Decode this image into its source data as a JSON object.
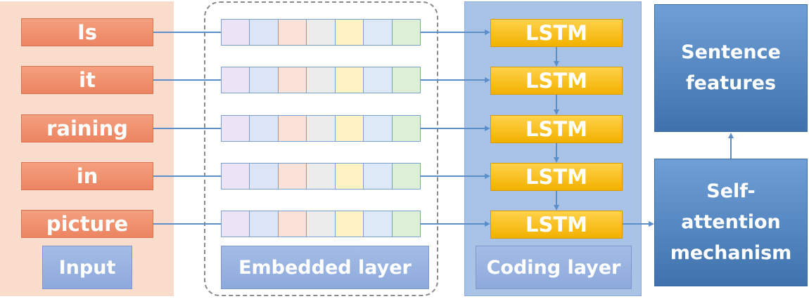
{
  "input": {
    "words": [
      "Is",
      "it",
      "raining",
      "in",
      "picture"
    ],
    "label": "Input"
  },
  "embedded": {
    "label": "Embedded layer",
    "cell_colors": [
      "#ece4f6",
      "#dbe5f5",
      "#fbe2d8",
      "#ececec",
      "#fff3c4",
      "#dde9f6",
      "#ddefd6"
    ]
  },
  "coding": {
    "label": "Coding layer",
    "cells": [
      "LSTM",
      "LSTM",
      "LSTM",
      "LSTM",
      "LSTM"
    ]
  },
  "sentence_features": {
    "line1": "Sentence",
    "line2": "features"
  },
  "self_attention": {
    "line1": "Self-",
    "line2": "attention",
    "line3": "mechanism"
  },
  "colors": {
    "arrow": "#5b8fc9",
    "input_bg": "#f9dccb",
    "word_box": "#ec8461",
    "lstm_box": "#f2b100",
    "coding_bg": "#a9c3e6",
    "feature_box": "#3f72ad"
  }
}
